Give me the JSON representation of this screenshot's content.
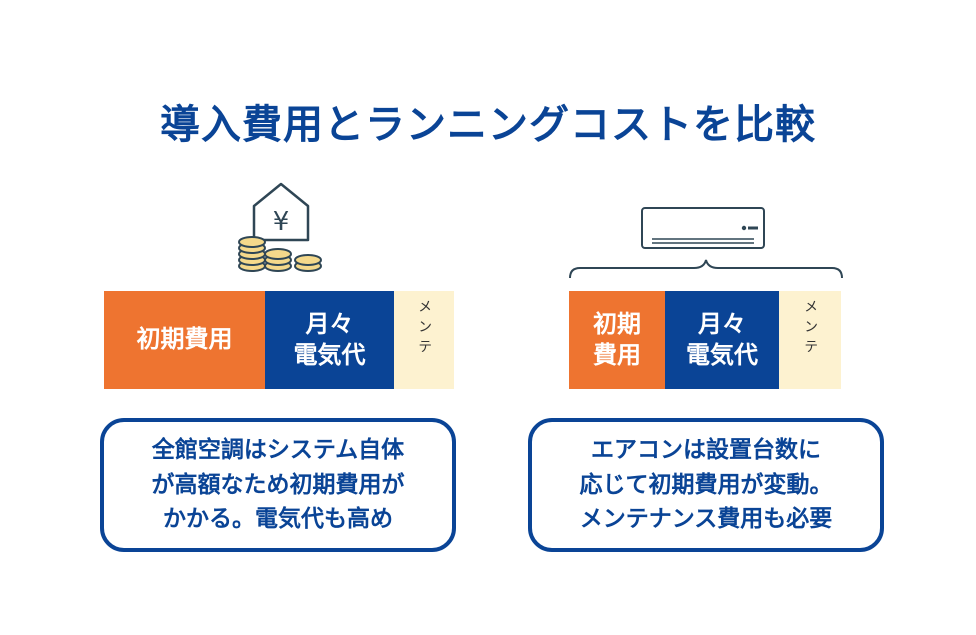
{
  "title": "導入費用とランニングコストを比較",
  "left": {
    "icon": "house-yen-coins-icon",
    "segments": [
      "初期費用",
      "月々\n電気代",
      "メンテ"
    ],
    "description": "全館空調はシステム自体\nが高額なため初期費用が\nかかる。電気代も高め"
  },
  "right": {
    "icon": "air-conditioner-icon",
    "segments": [
      "初期\n費用",
      "月々\n電気代",
      "メンテ"
    ],
    "description": "エアコンは設置台数に\n応じて初期費用が変動。\nメンテナンス費用も必要"
  },
  "colors": {
    "title": "#0a4496",
    "initial_cost": "#ee7430",
    "electricity": "#0a4496",
    "maintenance": "#fdf2d0"
  }
}
